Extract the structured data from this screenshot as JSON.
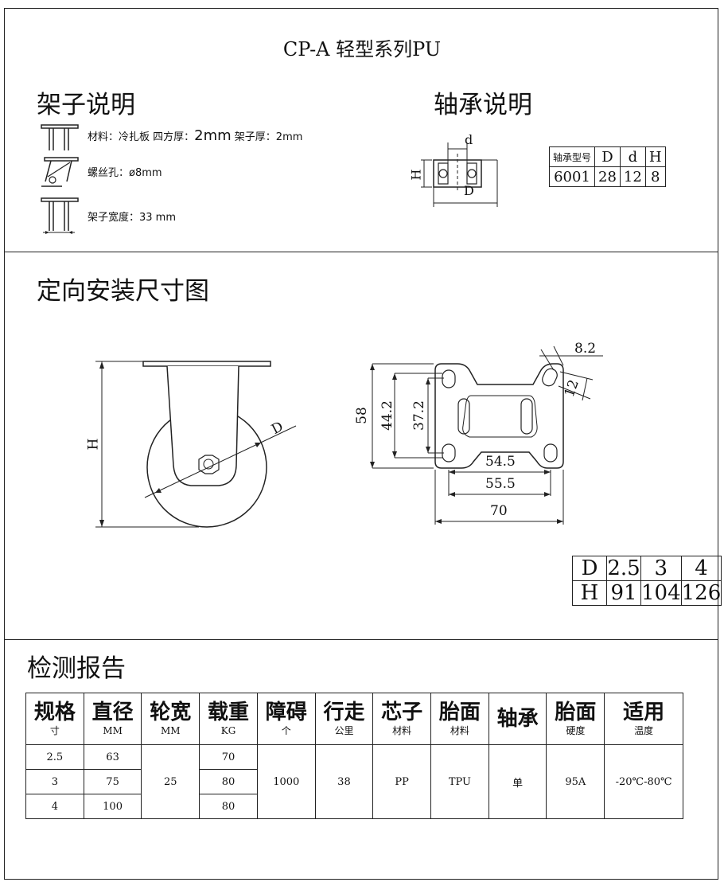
{
  "title": "CP-A   轻型系列PU",
  "frame_section": {
    "heading": "架子说明",
    "material_line": "材料：冷扎板  四方厚：",
    "plate_thickness": "2mm",
    "frame_thickness_label": "  架子厚：2mm",
    "screw_hole": "螺丝孔：ø8mm",
    "frame_width": "架子宽度：33 mm"
  },
  "bearing_section": {
    "heading": "轴承说明",
    "label_d": "d",
    "label_D": "D",
    "label_H": "H",
    "table": {
      "headers": [
        "轴承型号",
        "D",
        "d",
        "H"
      ],
      "row": [
        "6001",
        "28",
        "12",
        "8"
      ]
    }
  },
  "install_section": {
    "heading": "定向安装尺寸图",
    "wheel_label_H": "H",
    "wheel_label_D": "D",
    "plate_dims": {
      "hole_w": "8.2",
      "hole_h": "12",
      "height_outer": "58",
      "height_mid": "44.2",
      "height_inner": "37.2",
      "width_a": "54.5",
      "width_b": "55.5",
      "width_total": "70"
    },
    "size_table": {
      "rows": [
        [
          "D",
          "2.5",
          "3",
          "4"
        ],
        [
          "H",
          "91",
          "104",
          "126"
        ]
      ]
    }
  },
  "report_section": {
    "heading": "检测报告",
    "headers": [
      {
        "main": "规格",
        "sub": "寸"
      },
      {
        "main": "直径",
        "sub": "MM"
      },
      {
        "main": "轮宽",
        "sub": "MM"
      },
      {
        "main": "载重",
        "sub": "KG"
      },
      {
        "main": "障碍",
        "sub": "个"
      },
      {
        "main": "行走",
        "sub": "公里"
      },
      {
        "main": "芯子",
        "sub": "材料"
      },
      {
        "main": "胎面",
        "sub": "材料"
      },
      {
        "main": "轴承",
        "sub": ""
      },
      {
        "main": "胎面",
        "sub": "硬度"
      },
      {
        "main": "适用",
        "sub": "温度"
      }
    ],
    "rows": [
      [
        "2.5",
        "63",
        "70"
      ],
      [
        "3",
        "75",
        "80"
      ],
      [
        "4",
        "100",
        "80"
      ]
    ],
    "shared": {
      "width": "25",
      "obstacle": "1000",
      "distance": "38",
      "core": "PP",
      "tread": "TPU",
      "bearing": "单",
      "hardness": "95A",
      "temperature": "-20℃-80℃"
    }
  }
}
